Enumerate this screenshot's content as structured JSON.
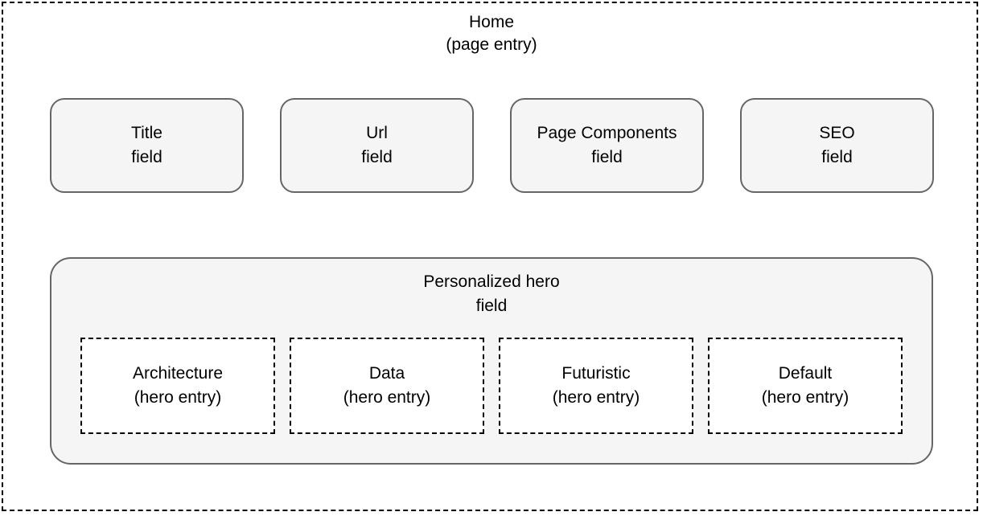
{
  "diagram": {
    "page": {
      "title_line1": "Home",
      "title_line2": "(page entry)"
    },
    "fields": [
      {
        "line1": "Title",
        "line2": "field"
      },
      {
        "line1": "Url",
        "line2": "field"
      },
      {
        "line1": "Page Components",
        "line2": "field"
      },
      {
        "line1": "SEO",
        "line2": "field"
      }
    ],
    "hero": {
      "label_line1": "Personalized hero",
      "label_line2": "field",
      "entries": [
        {
          "line1": "Architecture",
          "line2": "(hero entry)"
        },
        {
          "line1": "Data",
          "line2": "(hero entry)"
        },
        {
          "line1": "Futuristic",
          "line2": "(hero entry)"
        },
        {
          "line1": "Default",
          "line2": "(hero entry)"
        }
      ]
    },
    "colors": {
      "shape_fill": "#f5f5f5",
      "shape_border": "#666666",
      "dashed_border": "#000000",
      "text": "#000000",
      "background": "#ffffff"
    }
  }
}
